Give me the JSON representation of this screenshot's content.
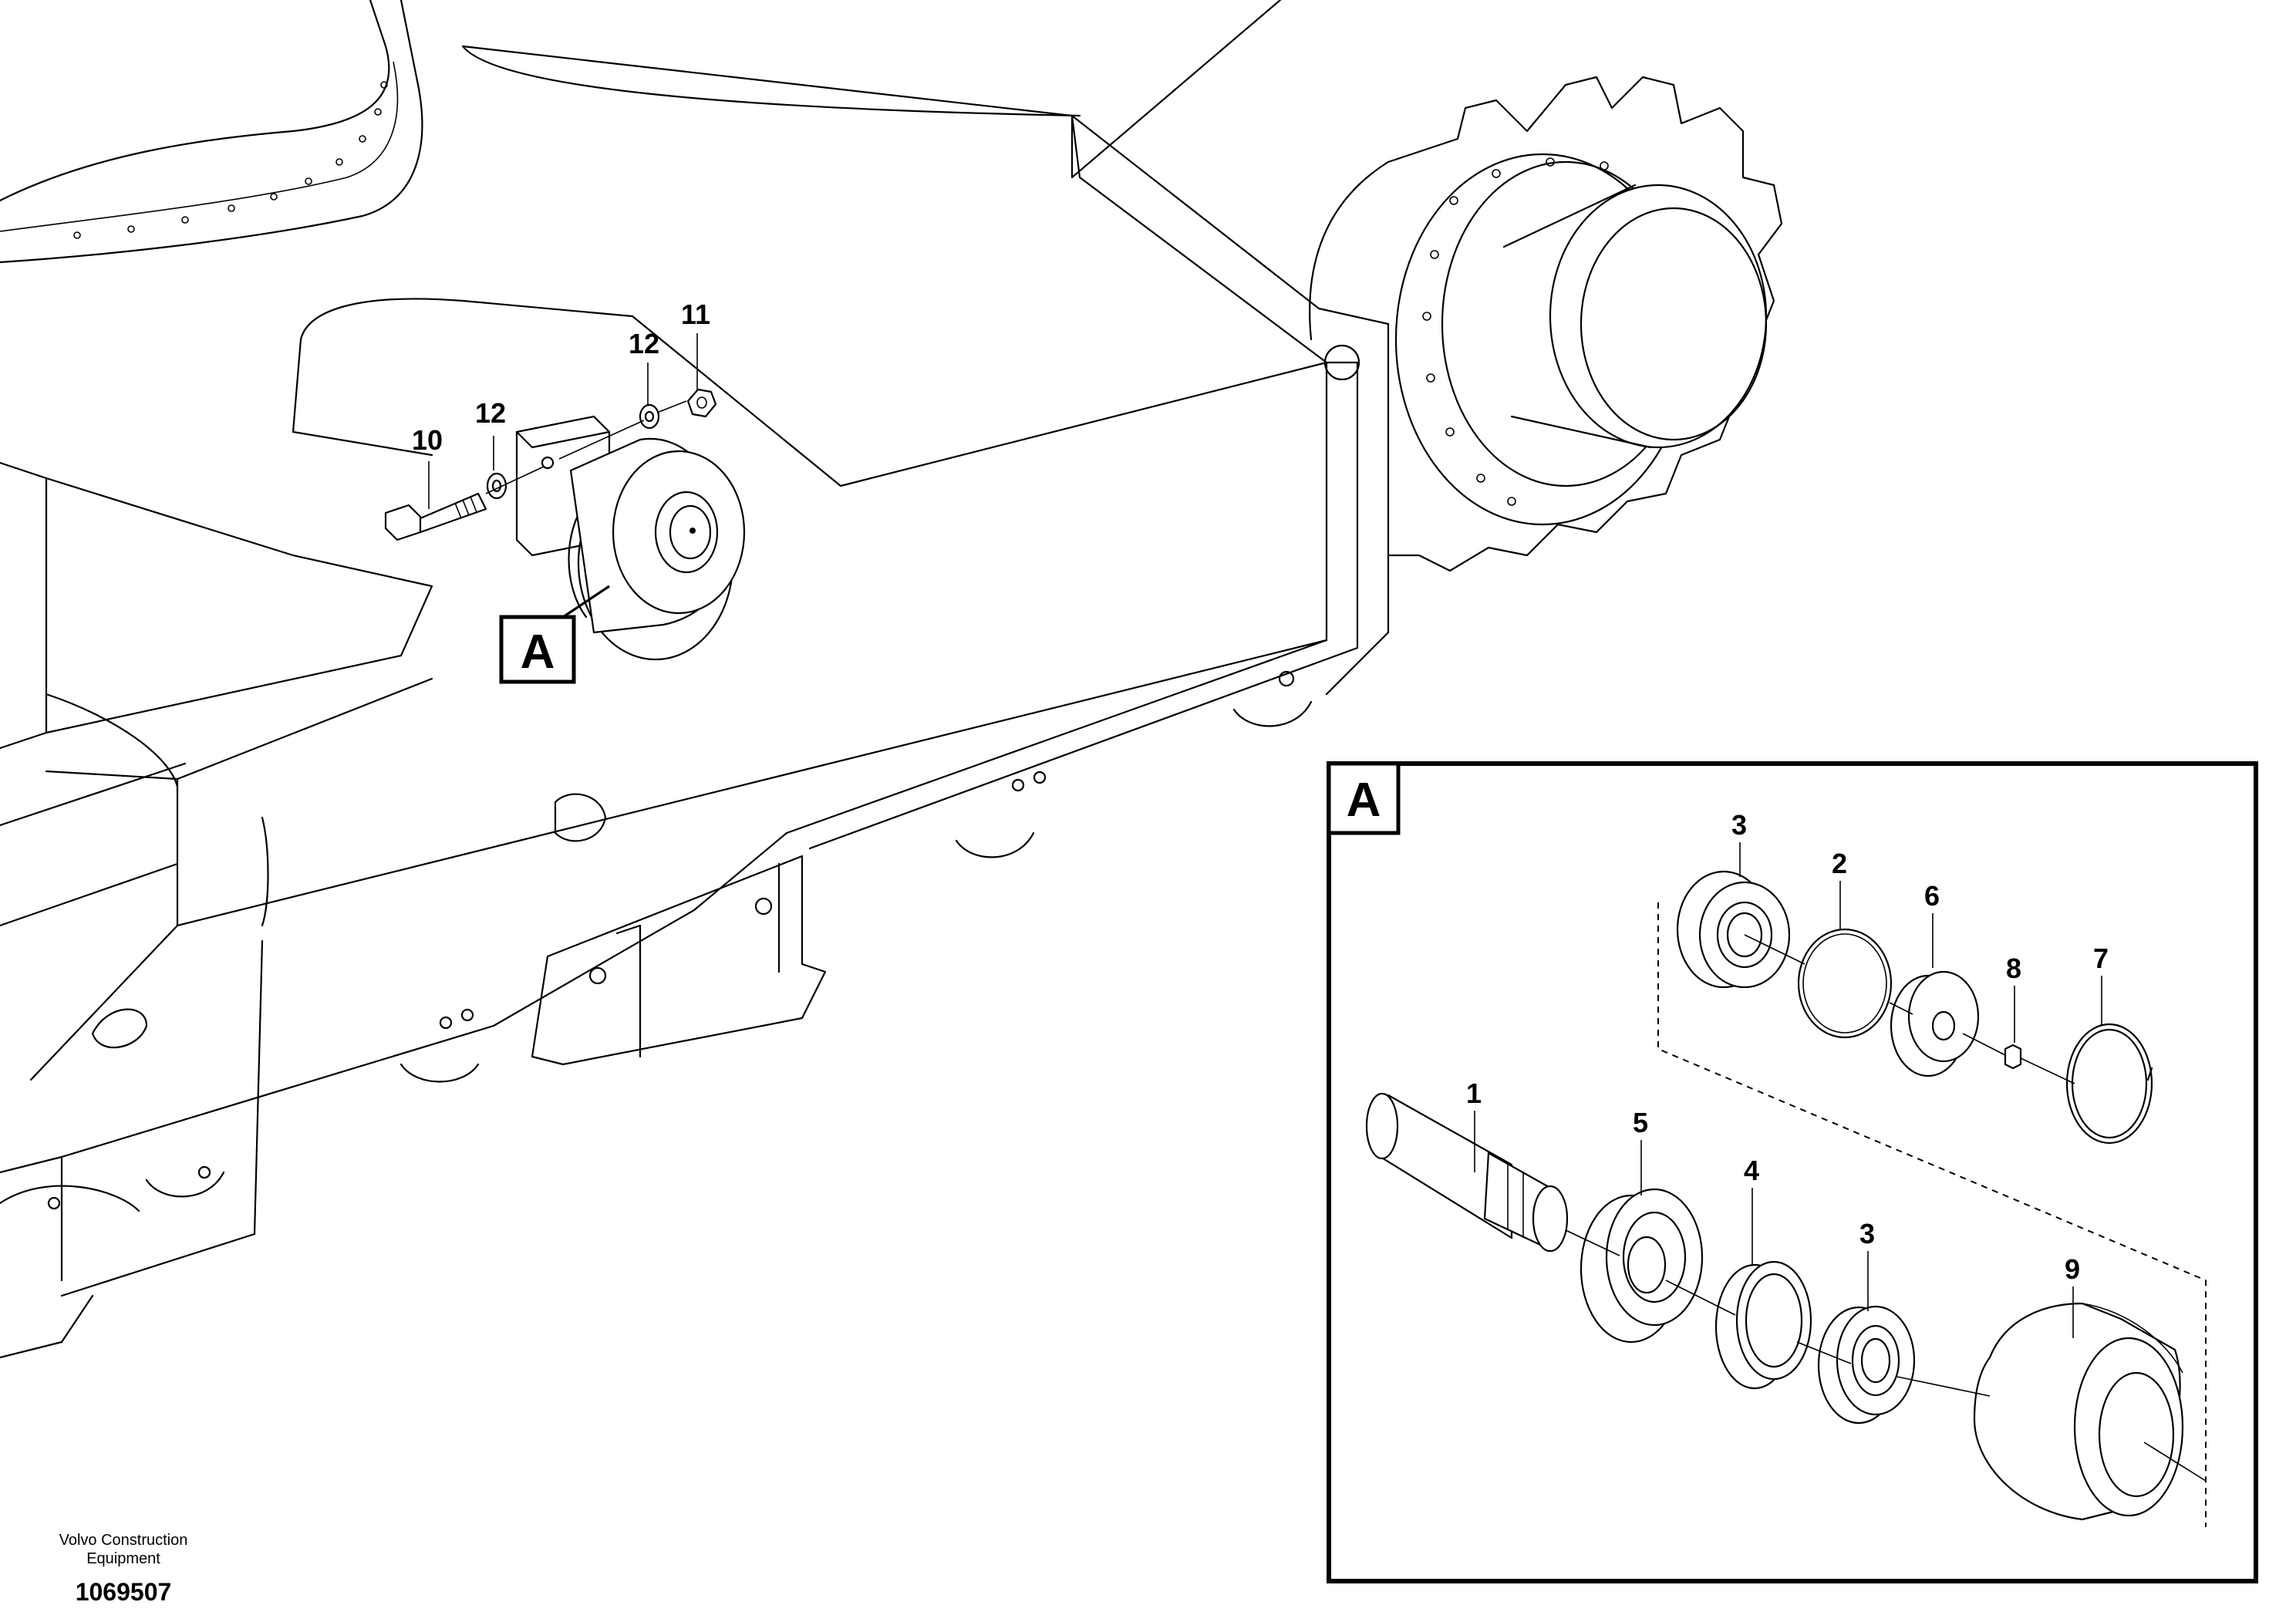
{
  "diagram": {
    "main_view": {
      "detail_reference": "A",
      "callouts": [
        {
          "id": "10",
          "label": "10"
        },
        {
          "id": "12a",
          "label": "12"
        },
        {
          "id": "12b",
          "label": "12"
        },
        {
          "id": "11",
          "label": "11"
        }
      ]
    },
    "detail_view": {
      "title": "A",
      "callouts": [
        {
          "id": "3a",
          "label": "3"
        },
        {
          "id": "2",
          "label": "2"
        },
        {
          "id": "6",
          "label": "6"
        },
        {
          "id": "8",
          "label": "8"
        },
        {
          "id": "7",
          "label": "7"
        },
        {
          "id": "1",
          "label": "1"
        },
        {
          "id": "5",
          "label": "5"
        },
        {
          "id": "4",
          "label": "4"
        },
        {
          "id": "3b",
          "label": "3"
        },
        {
          "id": "9",
          "label": "9"
        }
      ]
    },
    "footer": {
      "manufacturer_line1": "Volvo Construction",
      "manufacturer_line2": "Equipment",
      "document_number": "1069507"
    }
  }
}
